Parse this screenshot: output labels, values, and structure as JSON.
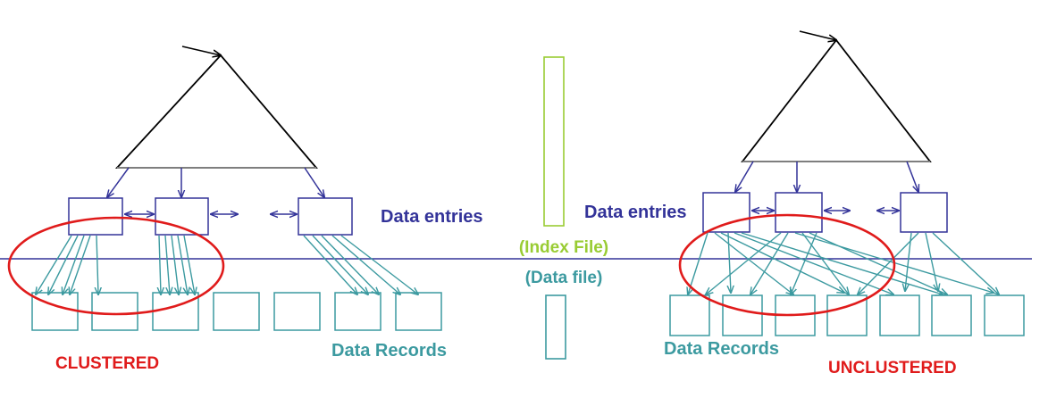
{
  "colors": {
    "tree": "#000000",
    "node_line": "#888888",
    "index_nav": "#333399",
    "data_teal": "#3c9aa0",
    "index_file_green": "#99cc33",
    "highlight_red": "#e01b1b"
  },
  "labels": {
    "data_entries_left": "Data entries",
    "data_entries_right": "Data entries",
    "index_file": "(Index File)",
    "data_file": "(Data file)",
    "data_records_left": "Data Records",
    "data_records_right": "Data Records",
    "clustered": "CLUSTERED",
    "unclustered": "UNCLUSTERED"
  }
}
